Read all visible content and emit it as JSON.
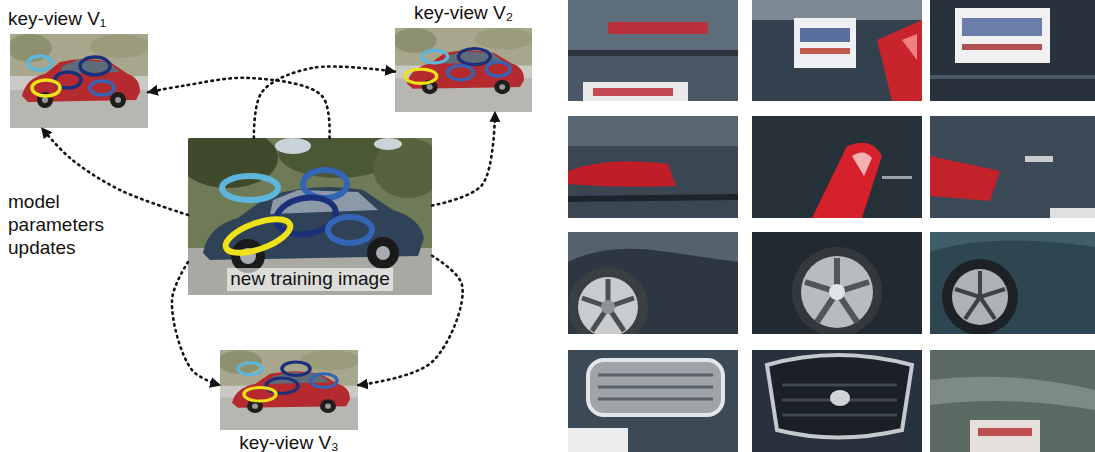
{
  "diagram": {
    "nodes": [
      {
        "text": [
          "key-view V₁"
        ]
      },
      {
        "text": [
          "key-view V₂"
        ]
      },
      {
        "text": [
          "new training image"
        ]
      },
      {
        "text": [
          "key-view V₃"
        ]
      }
    ],
    "edges": [
      {
        "from": 2,
        "to": 0,
        "arrow": "to"
      },
      {
        "from": 2,
        "to": 0,
        "arrow": "to"
      },
      {
        "from": 2,
        "to": 1,
        "arrow": "to"
      },
      {
        "from": 2,
        "to": 1,
        "arrow": "to"
      },
      {
        "from": 2,
        "to": 3,
        "arrow": "to"
      },
      {
        "from": 2,
        "to": 3,
        "arrow": "to"
      }
    ],
    "labels": [
      "model parameters updates"
    ]
  }
}
